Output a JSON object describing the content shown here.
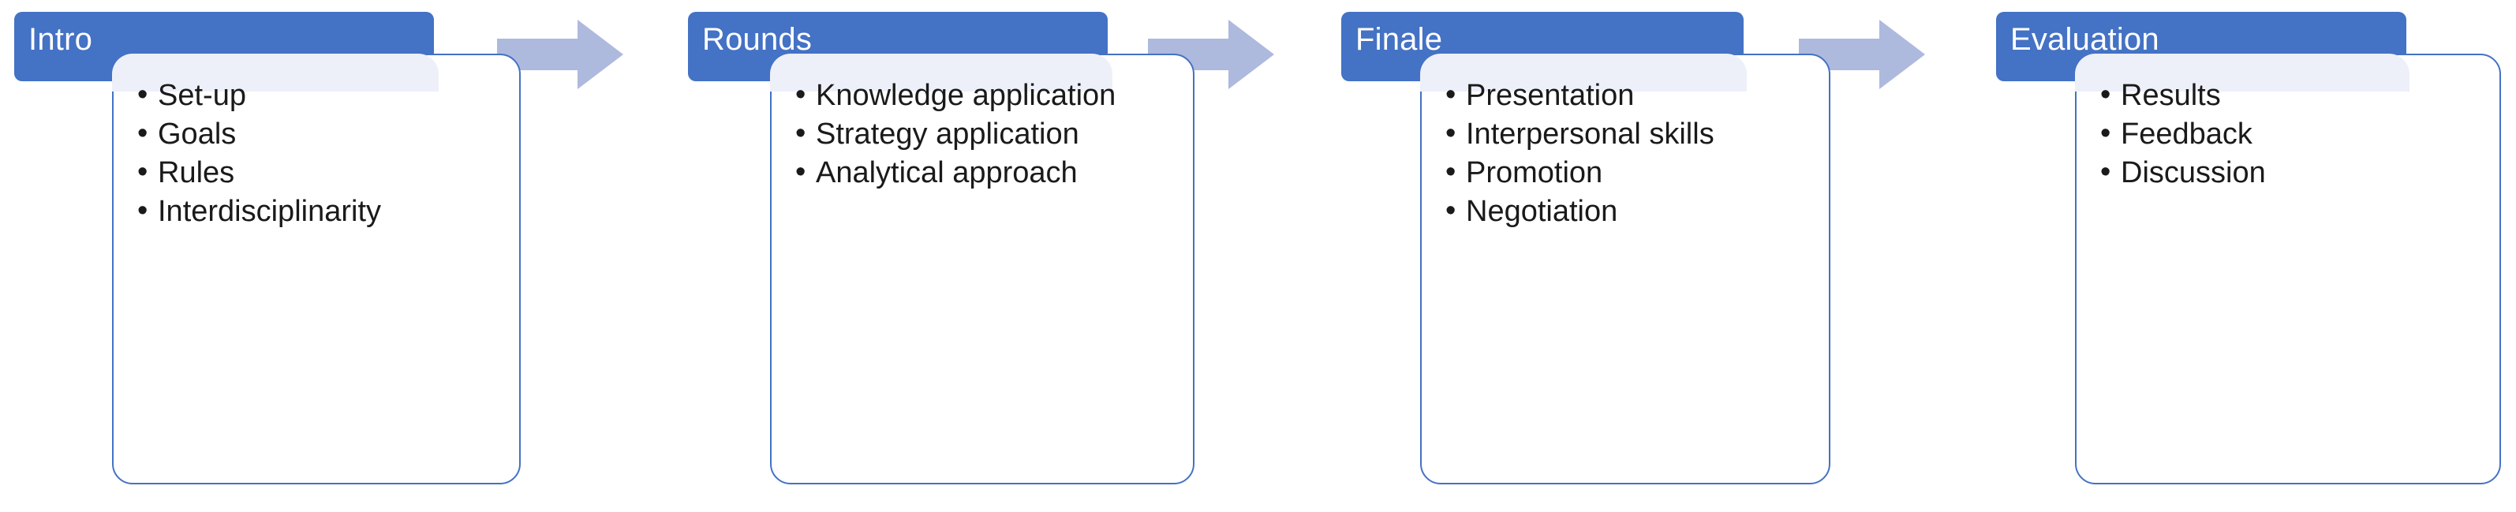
{
  "diagram": {
    "title": "Four-stage process flow",
    "type": "process-flow",
    "colors": {
      "header_fill": "#4472C4",
      "header_text": "#FFFFFF",
      "card_border": "#4472C4",
      "card_fill": "#FFFFFF",
      "card_overlap_tint": "#EDF0F9",
      "arrow_fill": "#AEB9DE",
      "bullet_text": "#1A1A1A",
      "background": "#FFFFFF"
    },
    "stages": [
      {
        "id": "intro",
        "header": "Intro",
        "bullets": [
          "Set-up",
          "Goals",
          "Rules",
          "Interdisciplinarity"
        ]
      },
      {
        "id": "rounds",
        "header": "Rounds",
        "bullets": [
          "Knowledge application",
          "Strategy application",
          "Analytical approach"
        ]
      },
      {
        "id": "finale",
        "header": "Finale",
        "bullets": [
          "Presentation",
          "Interpersonal skills",
          "Promotion",
          "Negotiation"
        ]
      },
      {
        "id": "evaluation",
        "header": "Evaluation",
        "bullets": [
          "Results",
          "Feedback",
          "Discussion"
        ]
      }
    ],
    "arrows": [
      {
        "id": "arrow-intro-to-rounds",
        "from": "intro",
        "to": "rounds",
        "glyph": "right-chevron-arrow"
      },
      {
        "id": "arrow-rounds-to-finale",
        "from": "rounds",
        "to": "finale",
        "glyph": "right-chevron-arrow"
      },
      {
        "id": "arrow-finale-to-evaluation",
        "from": "finale",
        "to": "evaluation",
        "glyph": "right-chevron-arrow"
      }
    ]
  }
}
